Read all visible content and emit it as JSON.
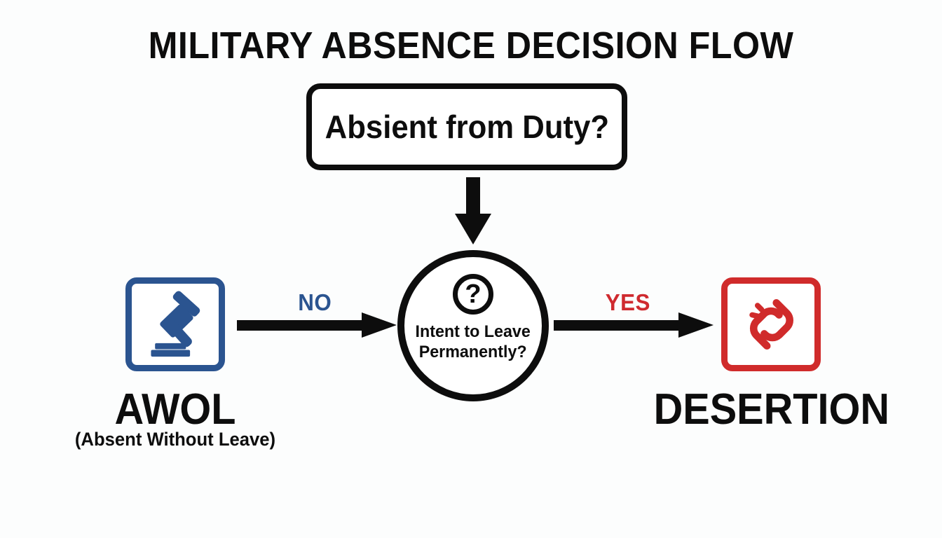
{
  "diagram": {
    "title": "MILITARY ABSENCE DECISION FLOW",
    "background_color": "#fcfdfd",
    "line_color": "#0d0d0d"
  },
  "start_node": {
    "label": "Absient from Duty?",
    "shape": "rounded-rectangle"
  },
  "connector_down": {
    "icon": "arrow-down-icon",
    "direction": "down"
  },
  "decision_node": {
    "badge_symbol": "?",
    "badge_icon": "question-mark-circle-icon",
    "line1": "Intent to Leave",
    "line2": "Permanently?",
    "shape": "circle"
  },
  "edges": {
    "no": {
      "label": "NO",
      "color": "#2b5490",
      "icon": "arrow-right-icon"
    },
    "yes": {
      "label": "YES",
      "color": "#cf2a2f",
      "icon": "arrow-right-icon"
    }
  },
  "outcomes": [
    {
      "key": "awol",
      "title": "AWOL",
      "subtitle": "(Absent Without Leave)",
      "icon": "gavel-icon",
      "color": "#2b5490"
    },
    {
      "key": "desertion",
      "title": "DESERTION",
      "subtitle": "",
      "icon": "broken-chain-icon",
      "color": "#d02b2b"
    }
  ]
}
